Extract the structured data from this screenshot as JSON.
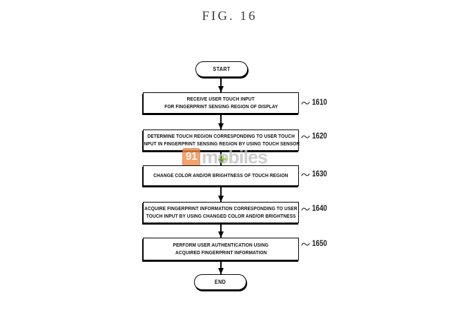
{
  "figure": {
    "title": "FIG. 16"
  },
  "flowchart": {
    "start_label": "START",
    "end_label": "END",
    "steps": [
      {
        "ref": "1610",
        "lines": [
          "RECEIVE USER TOUCH INPUT",
          "FOR FINGERPRINT SENSING REGION OF DISPLAY"
        ]
      },
      {
        "ref": "1620",
        "lines": [
          "DETERMINE TOUCH REGION CORRESPONDING TO USER TOUCH",
          "INPUT IN FINGERPRINT SENSING REGION BY USING TOUCH SENSOR"
        ]
      },
      {
        "ref": "1630",
        "lines": [
          "CHANGE COLOR AND/OR BRIGHTNESS OF TOUCH REGION"
        ]
      },
      {
        "ref": "1640",
        "lines": [
          "ACQUIRE FINGERPRINT INFORMATION CORRESPONDING TO USER",
          "TOUCH INPUT BY USING CHANGED COLOR AND/OR BRIGHTNESS"
        ]
      },
      {
        "ref": "1650",
        "lines": [
          "PERFORM USER AUTHENTICATION USING",
          "ACQUIRED FINGERPRINT INFORMATION"
        ]
      }
    ]
  },
  "watermark": {
    "prefix": "91",
    "m": "m",
    "o": "o",
    "rest": "biles",
    "orange": "#f18b4a",
    "gray": "#c2c2c2",
    "green": "#8dc63f"
  },
  "colors": {
    "line": "#000000",
    "background": "#ffffff"
  }
}
